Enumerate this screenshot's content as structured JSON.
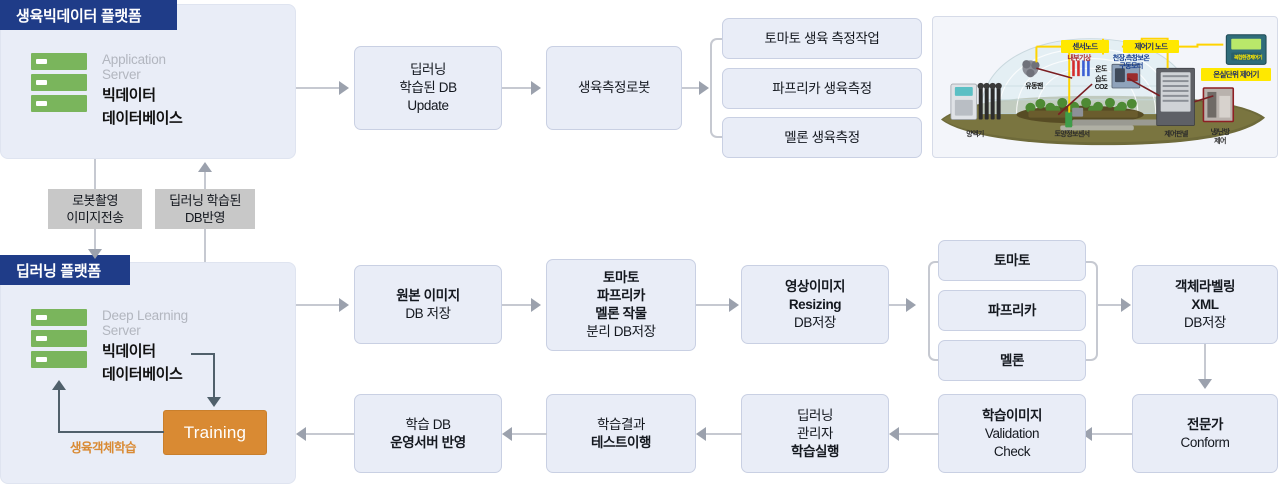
{
  "platforms": {
    "bigdata": {
      "title": "생육빅데이터 플랫폼",
      "server_sub_line1": "Application",
      "server_sub_line2": "Server",
      "server_main_line1": "빅데이터",
      "server_main_line2": "데이터베이스",
      "icon": "server-rack-icon"
    },
    "deeplearning": {
      "title": "딥러닝 플랫폼",
      "server_sub_line1": "Deep Learning",
      "server_sub_line2": "Server",
      "server_main_line1": "빅데이터",
      "server_main_line2": "데이터베이스",
      "icon": "server-rack-icon",
      "training_label": "Training",
      "loop_label": "생육객체학습"
    }
  },
  "chips": [
    {
      "line1": "로봇촬영",
      "line2": "이미지전송"
    },
    {
      "line1": "딥러닝 학습된",
      "line2": "DB반영"
    }
  ],
  "row_top": {
    "deep_db_update": {
      "line1": "딥러닝",
      "line2": "학습된 DB",
      "line3": "Update"
    },
    "measure_robot": {
      "line1": "생육측정로봇"
    },
    "branch": [
      {
        "label": "토마토 생육 측정작업"
      },
      {
        "label": "파프리카 생육측정"
      },
      {
        "label": "멜론 생육측정"
      }
    ]
  },
  "row_mid": {
    "origin_image": {
      "line1": "원본 이미지",
      "line2": "DB 저장"
    },
    "crop_split": {
      "line1": "토마토",
      "line2": "파프리카",
      "line3": "멜론 작물",
      "line4": "분리 DB저장"
    },
    "resizing": {
      "line1": "영상이미지",
      "line2": "Resizing",
      "line3": "DB저장"
    },
    "crops": [
      {
        "label": "토마토"
      },
      {
        "label": "파프리카"
      },
      {
        "label": "멜론"
      }
    ],
    "labeling": {
      "line1": "객체라벨링",
      "line2": "XML",
      "line3": "DB저장"
    }
  },
  "row_bottom": {
    "expert": {
      "line1": "전문가",
      "line2": "Conform"
    },
    "validation": {
      "line1": "학습이미지",
      "line2": "Validation",
      "line3": "Check"
    },
    "train_exec": {
      "line1": "딥러닝",
      "line2": "관리자",
      "line3": "학습실행"
    },
    "test_run": {
      "line1": "학습결과",
      "line2": "테스트이행"
    },
    "deploy": {
      "line1": "학습 DB",
      "line2": "운영서버 반영"
    }
  },
  "greenhouse": {
    "alt": "smart-greenhouse-diagram",
    "labels": {
      "sensor_node": "센서노드",
      "controller_node": "제어기 노드",
      "greenhouse_controller": "온실단위 제어기",
      "device_caption": "복합환경제어기",
      "internal_weather": "내부기상",
      "ceiling_side_insulation": "천장,측창보온",
      "drive_motor": "구동모터",
      "temperature": "온도",
      "humidity": "습도",
      "co2": "CO2",
      "circulation_fan": "유동팬",
      "nutrient_machine": "양액기",
      "soil_sensor": "토양정보센서",
      "control_panel": "제어판넬",
      "hvac_line1": "냉/난방",
      "hvac_line2": "제어"
    }
  },
  "colors": {
    "panel_title": "#1f3c88",
    "panel_body": "#e9edf7",
    "box_border": "#c9d0e3",
    "chip": "#c8c8c8",
    "training": "#d98a33",
    "server_icon": "#7ab55c",
    "arrow": "#9ba1ad",
    "dark_connector": "#50606b"
  }
}
